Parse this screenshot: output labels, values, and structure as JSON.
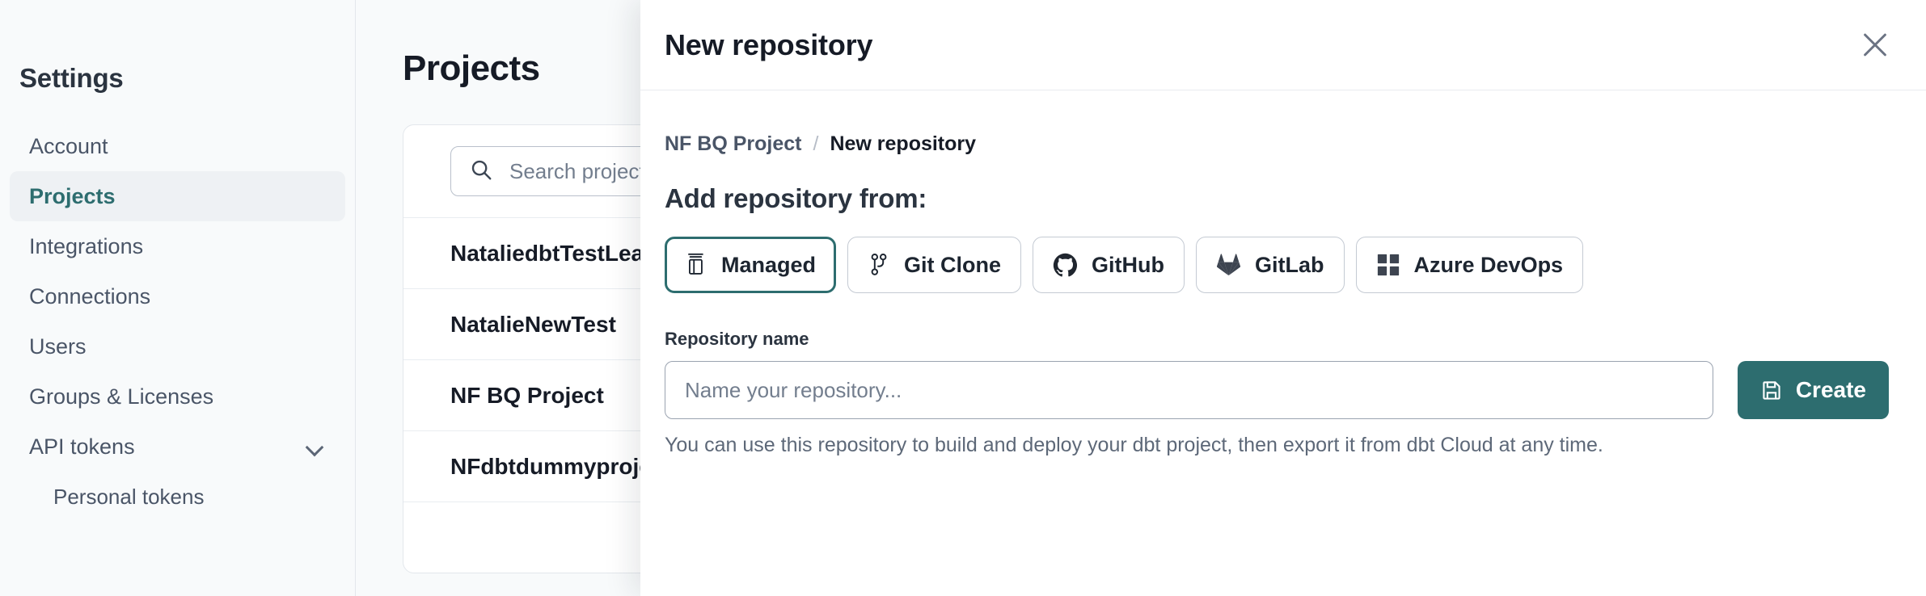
{
  "sidebar": {
    "title": "Settings",
    "items": [
      {
        "label": "Account",
        "active": false,
        "sub": false,
        "chevron": false
      },
      {
        "label": "Projects",
        "active": true,
        "sub": false,
        "chevron": false
      },
      {
        "label": "Integrations",
        "active": false,
        "sub": false,
        "chevron": false
      },
      {
        "label": "Connections",
        "active": false,
        "sub": false,
        "chevron": false
      },
      {
        "label": "Users",
        "active": false,
        "sub": false,
        "chevron": false
      },
      {
        "label": "Groups & Licenses",
        "active": false,
        "sub": false,
        "chevron": false
      },
      {
        "label": "API tokens",
        "active": false,
        "sub": false,
        "chevron": true
      },
      {
        "label": "Personal tokens",
        "active": false,
        "sub": true,
        "chevron": false
      }
    ]
  },
  "main": {
    "page_title": "Projects",
    "search": {
      "icon": "search-icon",
      "placeholder": "Search projects by name..."
    },
    "projects": [
      {
        "name": "NataliedbtTestLearn T"
      },
      {
        "name": "NatalieNewTest"
      },
      {
        "name": "NF BQ Project"
      },
      {
        "name": "NFdbtdummyproject"
      }
    ]
  },
  "modal": {
    "title": "New repository",
    "close_icon": "close-icon",
    "breadcrumb": {
      "parent": "NF BQ Project",
      "separator": "/",
      "current": "New repository"
    },
    "section_heading": "Add repository from:",
    "sources": [
      {
        "label": "Managed",
        "icon": "database-icon",
        "selected": true
      },
      {
        "label": "Git Clone",
        "icon": "git-branch-icon",
        "selected": false
      },
      {
        "label": "GitHub",
        "icon": "github-icon",
        "selected": false
      },
      {
        "label": "GitLab",
        "icon": "gitlab-icon",
        "selected": false
      },
      {
        "label": "Azure DevOps",
        "icon": "azure-devops-icon",
        "selected": false
      }
    ],
    "repository_name": {
      "label": "Repository name",
      "value": "",
      "placeholder": "Name your repository..."
    },
    "create_button": {
      "label": "Create",
      "icon": "save-icon"
    },
    "help_text": "You can use this repository to build and deploy your dbt project, then export it from dbt Cloud at any time."
  },
  "colors": {
    "accent": "#2d6d6f",
    "page_bg": "#f8fafb",
    "panel_bg": "#ffffff",
    "text_dark": "#161b26",
    "text_muted": "#5d6878",
    "border": "#e3e7ec"
  }
}
